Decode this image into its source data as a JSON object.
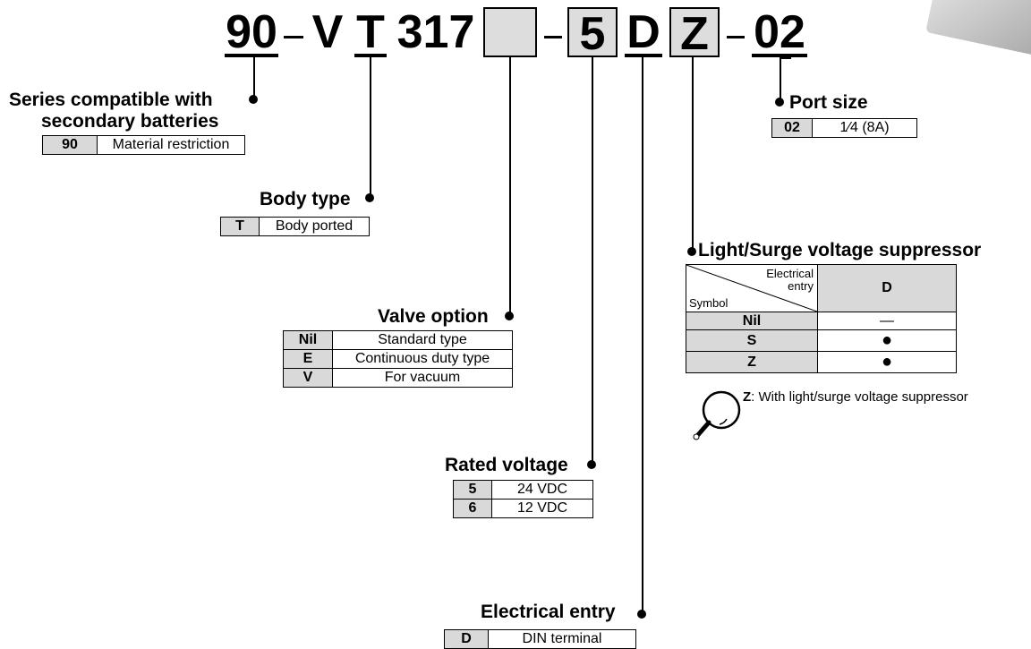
{
  "code": {
    "prefix": "90",
    "hyphen1": "−",
    "v": "V",
    "t": "T",
    "model": "317",
    "hyphen2": "−",
    "voltage": "5",
    "entry": "D",
    "suppressor": "Z",
    "hyphen3": "−",
    "port": "02"
  },
  "series": {
    "heading_line1": "Series compatible with",
    "heading_line2": "secondary batteries",
    "rows": [
      {
        "key": "90",
        "value": "Material restriction"
      }
    ]
  },
  "body_type": {
    "heading": "Body type",
    "rows": [
      {
        "key": "T",
        "value": "Body ported"
      }
    ]
  },
  "valve_option": {
    "heading": "Valve option",
    "rows": [
      {
        "key": "Nil",
        "value": "Standard type"
      },
      {
        "key": "E",
        "value": "Continuous duty type"
      },
      {
        "key": "V",
        "value": "For vacuum"
      }
    ]
  },
  "rated_voltage": {
    "heading": "Rated voltage",
    "rows": [
      {
        "key": "5",
        "value": "24 VDC"
      },
      {
        "key": "6",
        "value": "12 VDC"
      }
    ]
  },
  "electrical_entry": {
    "heading": "Electrical entry",
    "rows": [
      {
        "key": "D",
        "value": "DIN terminal"
      }
    ]
  },
  "port_size": {
    "heading": "Port size",
    "rows": [
      {
        "key": "02",
        "value": "1⁄4 (8A)"
      }
    ]
  },
  "suppressor": {
    "heading": "Light/Surge voltage suppressor",
    "corner_top_line1": "Electrical",
    "corner_top_line2": "entry",
    "corner_bottom": "Symbol",
    "column": "D",
    "rows": [
      {
        "key": "Nil",
        "value": "—"
      },
      {
        "key": "S",
        "value": "●"
      },
      {
        "key": "Z",
        "value": "●"
      }
    ],
    "note_key": "Z",
    "note_text": ": With light/surge voltage suppressor",
    "note_icon": "magnifier-icon"
  }
}
